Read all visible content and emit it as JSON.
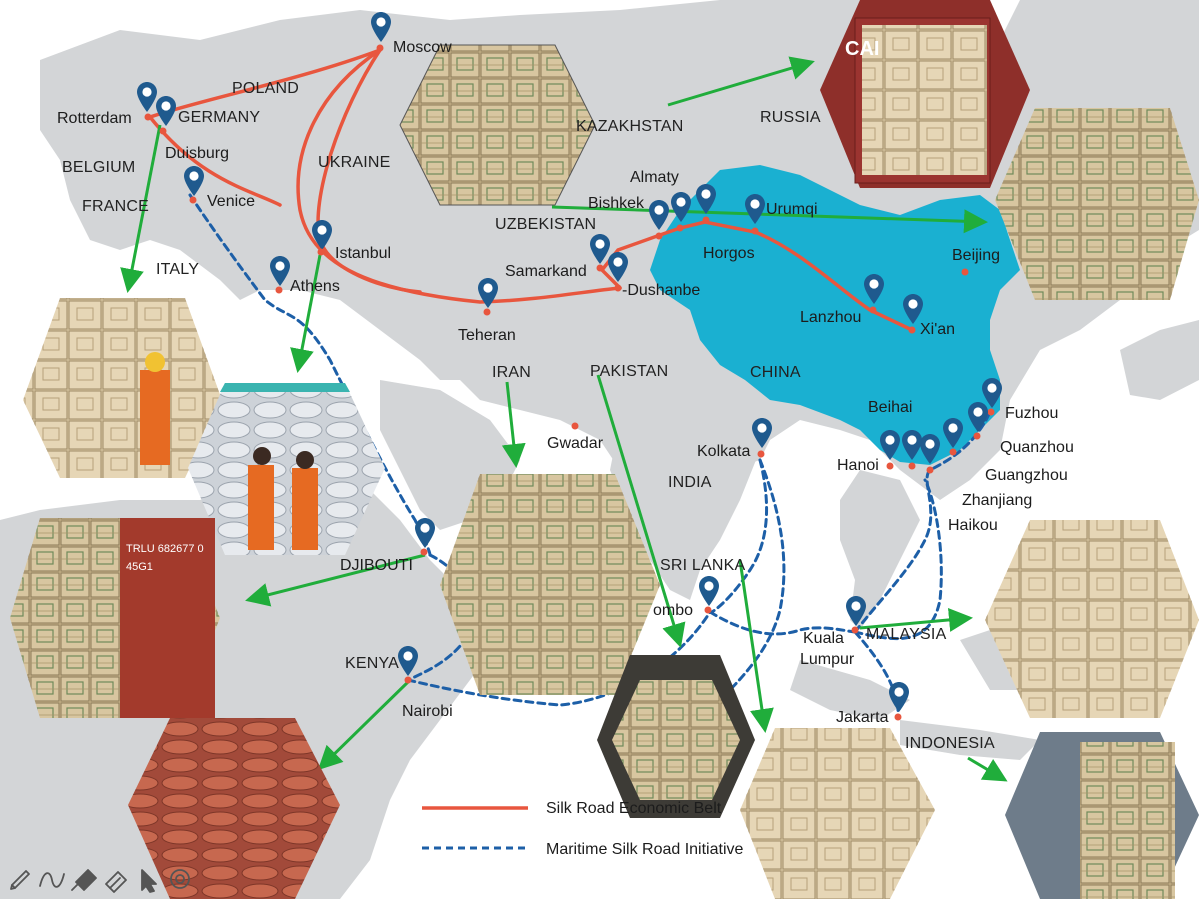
{
  "colors": {
    "ocean": "#ffffff",
    "land": "#d3d5d7",
    "china": "#1ab0d1",
    "silk_road": "#e8563e",
    "maritime": "#1d5fa7",
    "arrow": "#20ad3b",
    "pin": "#1f5a8e"
  },
  "cities": {
    "moscow": "Moscow",
    "rotterdam": "Rotterdam",
    "duisburg": "Duisburg",
    "venice": "Venice",
    "istanbul": "Istanbul",
    "athens": "Athens",
    "teheran": "Teheran",
    "samarkand": "Samarkand",
    "dushanbe": "-Dushanbe",
    "almaty": "Almaty",
    "bishkek": "Bishkek",
    "horgos": "Horgos",
    "urumqi": "Urumqi",
    "lanzhou": "Lanzhou",
    "xian": "Xi'an",
    "beijing": "Beijing",
    "fuzhou": "Fuzhou",
    "quanzhou": "Quanzhou",
    "guangzhou": "Guangzhou",
    "zhanjiang": "Zhanjiang",
    "haikou": "Haikou",
    "beihai": "Beihai",
    "hanoi": "Hanoi",
    "kolkata": "Kolkata",
    "gwadar": "Gwadar",
    "colombo": "ombo",
    "kuala": "Kuala",
    "lumpur": "Lumpur",
    "jakarta": "Jakarta",
    "nairobi": "Nairobi",
    "djibouti": "DJIBOUTI"
  },
  "countries": {
    "poland": "POLAND",
    "germany": "GERMANY",
    "belgium": "BELGIUM",
    "france": "FRANCE",
    "italy": "ITALY",
    "ukraine": "UKRAINE",
    "kazakhstan": "KAZAKHSTAN",
    "russia": "RUSSIA",
    "uzbekistan": "UZBEKISTAN",
    "iran": "IRAN",
    "pakistan": "PAKISTAN",
    "china": "CHINA",
    "india": "INDIA",
    "sri_lanka": "SRI LANKA",
    "malaysia": "MALAYSIA",
    "indonesia": "INDONESIA",
    "kenya": "KENYA"
  },
  "photo_text": {
    "container_mark": "CAI",
    "container_code": "TRLU 682677 0",
    "container_iso": "45G1"
  },
  "legend": {
    "silk_road": "Silk Road Economic Belt",
    "maritime": "Maritime Silk Road Initiative"
  },
  "toolbar": {
    "pen": "pen-icon",
    "curve": "curve-icon",
    "marker": "marker-icon",
    "eraser": "eraser-icon",
    "pointer": "pointer-icon",
    "target": "target-icon"
  }
}
